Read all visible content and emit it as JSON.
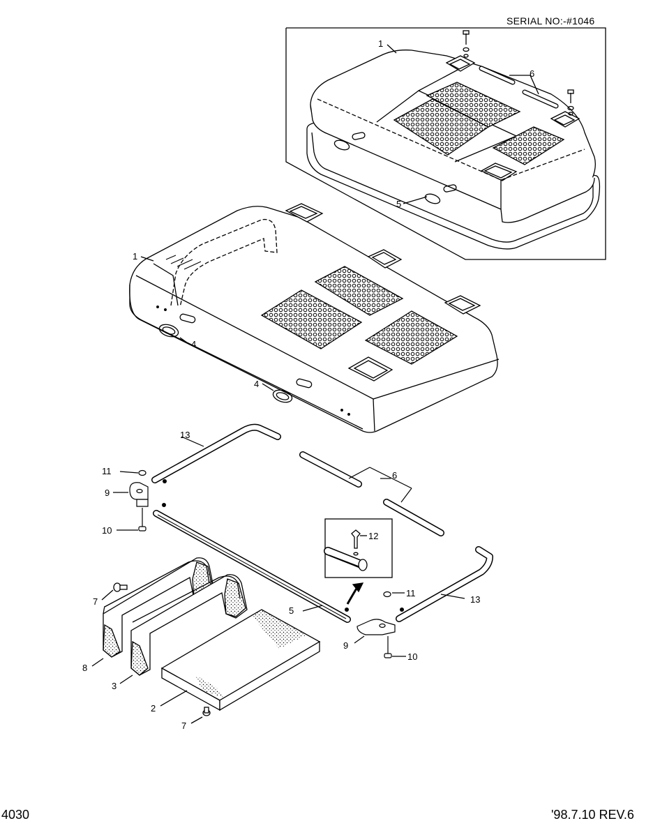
{
  "header": {
    "serial": "SERIAL NO:-#1046"
  },
  "footer": {
    "page_number": "4030",
    "revision": "'98.7.10 REV.6"
  },
  "callouts": {
    "c1_inset": "1",
    "c6_inset": "6",
    "c5_inset": "5",
    "c1_main": "1",
    "c4_a": "4",
    "c4_b": "4",
    "c13_a": "13",
    "c11_a": "11",
    "c9_a": "9",
    "c10_a": "10",
    "c6_main": "6",
    "c12": "12",
    "c7_a": "7",
    "c8": "8",
    "c3": "3",
    "c2": "2",
    "c7_b": "7",
    "c5_main": "5",
    "c11_b": "11",
    "c13_b": "13",
    "c9_b": "9",
    "c10_b": "10"
  }
}
